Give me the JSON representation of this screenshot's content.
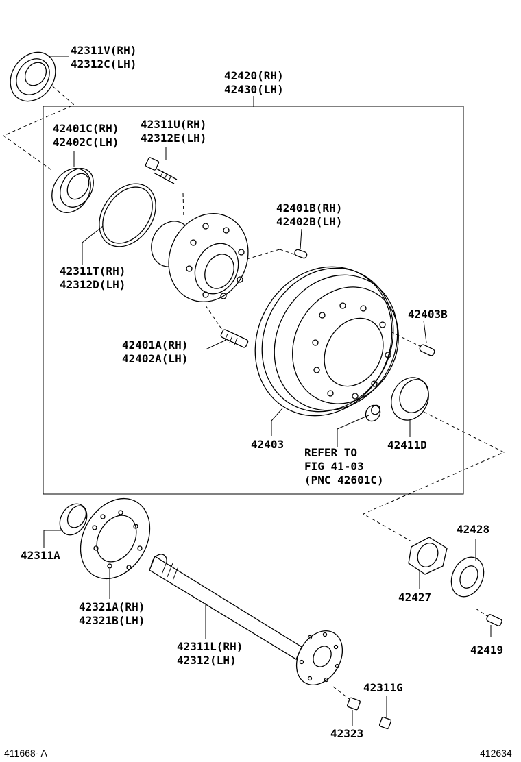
{
  "labels": {
    "p42311v_rh": "42311V(RH)",
    "p42312c_lh": "42312C(LH)",
    "p42420_rh": "42420(RH)",
    "p42430_lh": "42430(LH)",
    "p42401c_rh": "42401C(RH)",
    "p42402c_lh": "42402C(LH)",
    "p42311u_rh": "42311U(RH)",
    "p42312e_lh": "42312E(LH)",
    "p42401b_rh": "42401B(RH)",
    "p42402b_lh": "42402B(LH)",
    "p42311t_rh": "42311T(RH)",
    "p42312d_lh": "42312D(LH)",
    "p42403b": "42403B",
    "p42401a_rh": "42401A(RH)",
    "p42402a_lh": "42402A(LH)",
    "p42403": "42403",
    "refer_1": "REFER TO",
    "refer_2": "FIG 41-03",
    "refer_3": "(PNC 42601C)",
    "p42411d": "42411D",
    "p42311a": "42311A",
    "p42428": "42428",
    "p42427": "42427",
    "p42321a_rh": "42321A(RH)",
    "p42321b_lh": "42321B(LH)",
    "p42419": "42419",
    "p42311l_rh": "42311L(RH)",
    "p42312_lh": "42312(LH)",
    "p42311g": "42311G",
    "p42323": "42323"
  },
  "footer": {
    "left_code": "411668- A",
    "right_code": "412634"
  }
}
